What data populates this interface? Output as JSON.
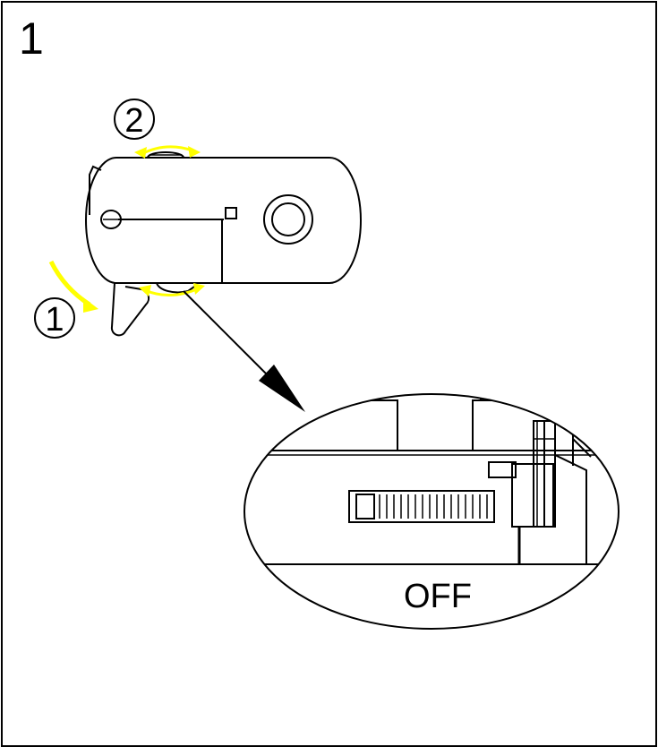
{
  "step": {
    "number": "1"
  },
  "callouts": [
    {
      "label": "1",
      "action": "rotate"
    },
    {
      "label": "2",
      "action": "rotate"
    }
  ],
  "detail": {
    "state_label": "OFF"
  },
  "colors": {
    "arrow": "#ffff00",
    "line": "#000000",
    "background": "#ffffff"
  },
  "icons": [
    "circled-one-icon",
    "circled-two-icon",
    "rotate-arrow-icon",
    "pointer-arrow-icon"
  ]
}
